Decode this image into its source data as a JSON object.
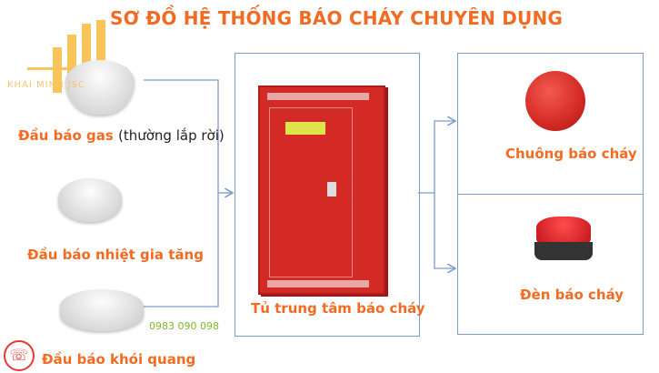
{
  "title": "SƠ ĐỒ HỆ THỐNG BÁO CHÁY CHUYÊN DỤNG",
  "watermark": {
    "logo_text": "KHAI MINH JSC",
    "phone": "0983 090 098"
  },
  "inputs": [
    {
      "label": "Đầu báo gas",
      "note": "(thường lắp rời)",
      "icon": "gas-detector-icon"
    },
    {
      "label": "Đầu báo nhiệt gia tăng",
      "icon": "heat-detector-icon"
    },
    {
      "label": "Đầu báo khói quang",
      "icon": "smoke-detector-icon"
    }
  ],
  "center": {
    "label": "Tủ trung tâm báo cháy",
    "icon": "fire-alarm-panel-icon"
  },
  "outputs": [
    {
      "label": "Chuông báo cháy",
      "icon": "fire-bell-icon"
    },
    {
      "label": "Đèn báo cháy",
      "icon": "strobe-light-icon"
    }
  ],
  "colors": {
    "label": "#f26b22",
    "line": "#7d9bc9",
    "red": "#d42a26"
  }
}
